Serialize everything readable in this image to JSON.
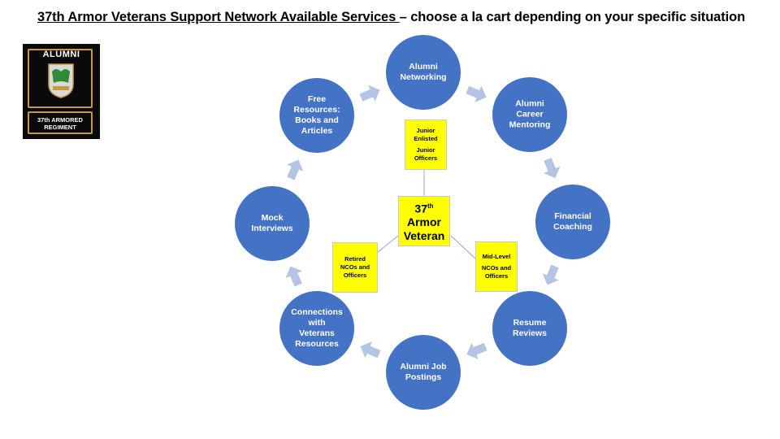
{
  "title": {
    "underlined": "37th Armor Veterans Support Network Available Services ",
    "rest": "– choose a la cart depending on your specific situation"
  },
  "logo": {
    "alumni_text": "ALUMNI",
    "regiment_text": "37th ARMORED\nREGIMENT"
  },
  "center": {
    "line1": "37",
    "line1_sup": "th",
    "line2": "Armor",
    "line3": "Veteran"
  },
  "services": [
    {
      "label": "Alumni\nNetworking"
    },
    {
      "label": "Alumni\nCareer\nMentoring"
    },
    {
      "label": "Financial\nCoaching"
    },
    {
      "label": "Resume\nReviews"
    },
    {
      "label": "Alumni Job\nPostings"
    },
    {
      "label": "Connections\nwith\nVeterans\nResources"
    },
    {
      "label": "Mock\nInterviews"
    },
    {
      "label": "Free\nResources:\nBooks and\nArticles"
    }
  ],
  "audiences": [
    {
      "line1": "Junior\nEnlisted",
      "line2": "Junior\nOfficers"
    },
    {
      "line1": "Mid-Level",
      "line2": "NCOs and\nOfficers"
    },
    {
      "line1": "Retired\nNCOs and\nOfficers",
      "line2": ""
    }
  ],
  "colors": {
    "circle": "#4472c4",
    "arrow": "#b4c4e4",
    "highlight": "#ffff00",
    "connector": "#8fa7d4",
    "logo_gold": "#c79a3c"
  }
}
